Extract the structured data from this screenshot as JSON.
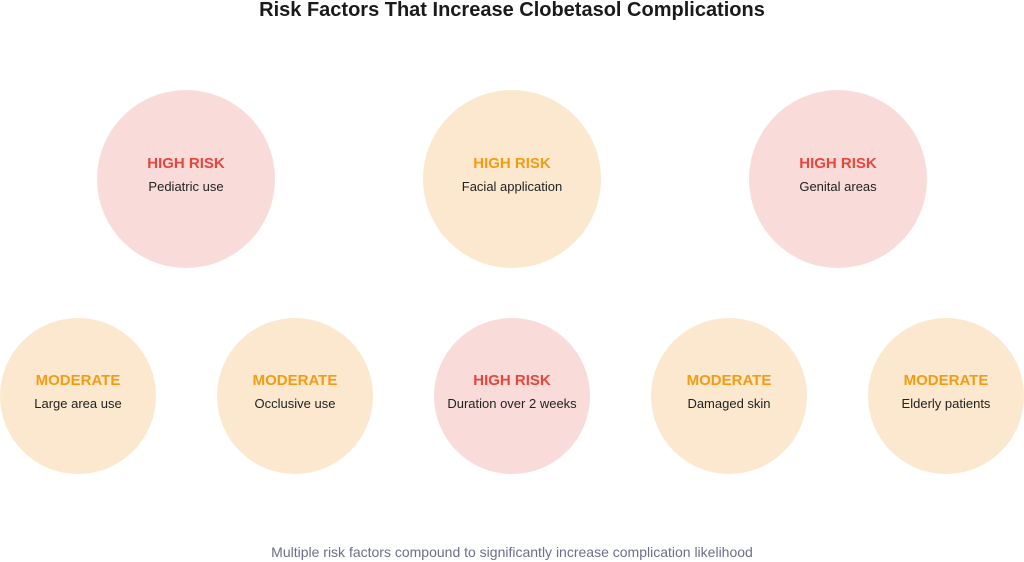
{
  "title": "Risk Factors That Increase Clobetasol Complications",
  "footer": "Multiple risk factors compound to significantly increase complication likelihood",
  "colors": {
    "high_fill": "#f9dcd9",
    "moderate_fill": "#fbe8cf",
    "high_text": "#e8453c",
    "moderate_text": "#f39c12"
  },
  "top_row": [
    {
      "level": "HIGH RISK",
      "label": "Pediatric use"
    },
    {
      "level": "HIGH RISK",
      "label": "Facial application"
    },
    {
      "level": "HIGH RISK",
      "label": "Genital areas"
    }
  ],
  "bottom_row": [
    {
      "level": "MODERATE",
      "label": "Large area use"
    },
    {
      "level": "MODERATE",
      "label": "Occlusive use"
    },
    {
      "level": "HIGH RISK",
      "label": "Duration over 2 weeks"
    },
    {
      "level": "MODERATE",
      "label": "Damaged skin"
    },
    {
      "level": "MODERATE",
      "label": "Elderly patients"
    }
  ]
}
